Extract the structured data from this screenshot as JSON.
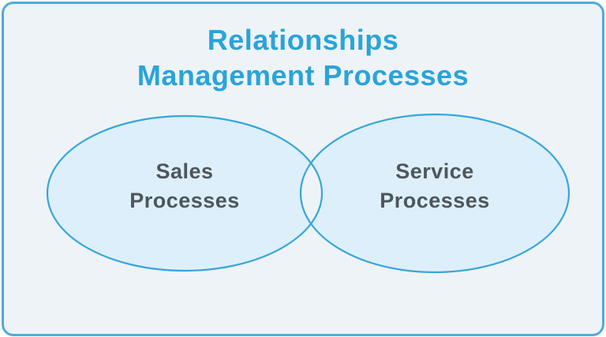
{
  "title": {
    "line1": "Relationships",
    "line2": "Management Processes"
  },
  "venn": {
    "left": {
      "line1": "Sales",
      "line2": "Processes"
    },
    "right": {
      "line1": "Service",
      "line2": "Processes"
    }
  },
  "colors": {
    "card_background": "#eef3f8",
    "card_border": "#4fabdc",
    "title_text": "#29a4d9",
    "ellipse_fill": "#ddeffa",
    "ellipse_stroke": "#36a6da",
    "overlap_fill": "#eef3f8",
    "label_text": "#4e565c"
  }
}
